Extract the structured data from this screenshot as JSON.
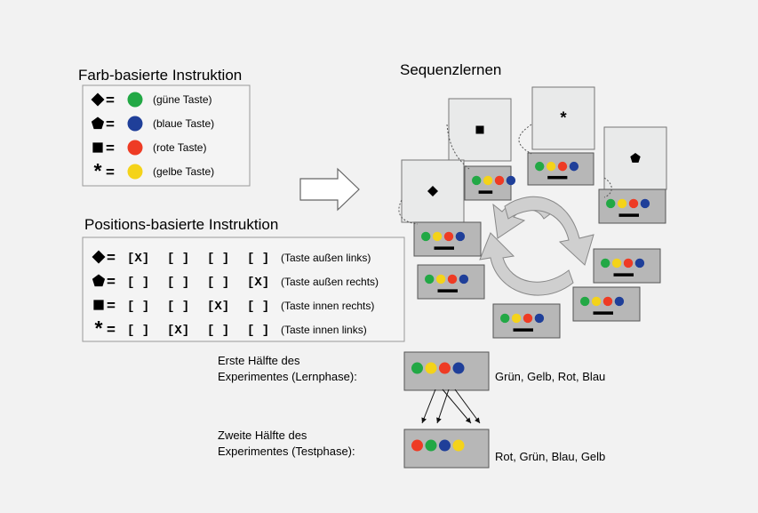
{
  "colors": {
    "green": "#22a845",
    "blue": "#1f3f99",
    "red": "#ee3b24",
    "yellow": "#f4d31a",
    "panel_gray": "#b7b7b7",
    "screen_bg": "#e9eaea",
    "arrow_gray": "#c8c8c8"
  },
  "color_section": {
    "title": "Farb-basierte Instruktion",
    "rows": [
      {
        "symbol": "diamond-icon",
        "eq": "=",
        "color": "green",
        "label": "(güne Taste)"
      },
      {
        "symbol": "pentagon-icon",
        "eq": "=",
        "color": "blue",
        "label": "(blaue Taste)"
      },
      {
        "symbol": "square-icon",
        "eq": "=",
        "color": "red",
        "label": "(rote Taste)"
      },
      {
        "symbol": "star-icon",
        "eq": "=",
        "color": "yellow",
        "label": "(gelbe Taste)"
      }
    ]
  },
  "position_section": {
    "title": "Positions-basierte Instruktion",
    "rows": [
      {
        "symbol": "diamond-icon",
        "eq": "=",
        "slots": [
          "[X]",
          "[ ]",
          "[ ]",
          "[ ]"
        ],
        "label": "(Taste außen links)"
      },
      {
        "symbol": "pentagon-icon",
        "eq": "=",
        "slots": [
          "[ ]",
          "[ ]",
          "[ ]",
          "[X]"
        ],
        "label": "(Taste außen rechts)"
      },
      {
        "symbol": "square-icon",
        "eq": "=",
        "slots": [
          "[ ]",
          "[ ]",
          "[X]",
          "[ ]"
        ],
        "label": "(Taste innen rechts)"
      },
      {
        "symbol": "star-icon",
        "eq": "=",
        "slots": [
          "[ ]",
          "[X]",
          "[ ]",
          "[ ]"
        ],
        "label": "(Taste innen links)"
      }
    ]
  },
  "sequence": {
    "title": "Sequenzlernen",
    "first_half": {
      "label_line1": "Erste Hälfte des",
      "label_line2": "Experimentes (Lernphase):",
      "order": [
        "green",
        "yellow",
        "red",
        "blue"
      ],
      "result": "Grün, Gelb, Rot, Blau"
    },
    "second_half": {
      "label_line1": "Zweite Hälfte des",
      "label_line2": "Experimentes (Testphase):",
      "order": [
        "red",
        "green",
        "blue",
        "yellow"
      ],
      "result": "Rot, Grün, Blau, Gelb"
    }
  }
}
